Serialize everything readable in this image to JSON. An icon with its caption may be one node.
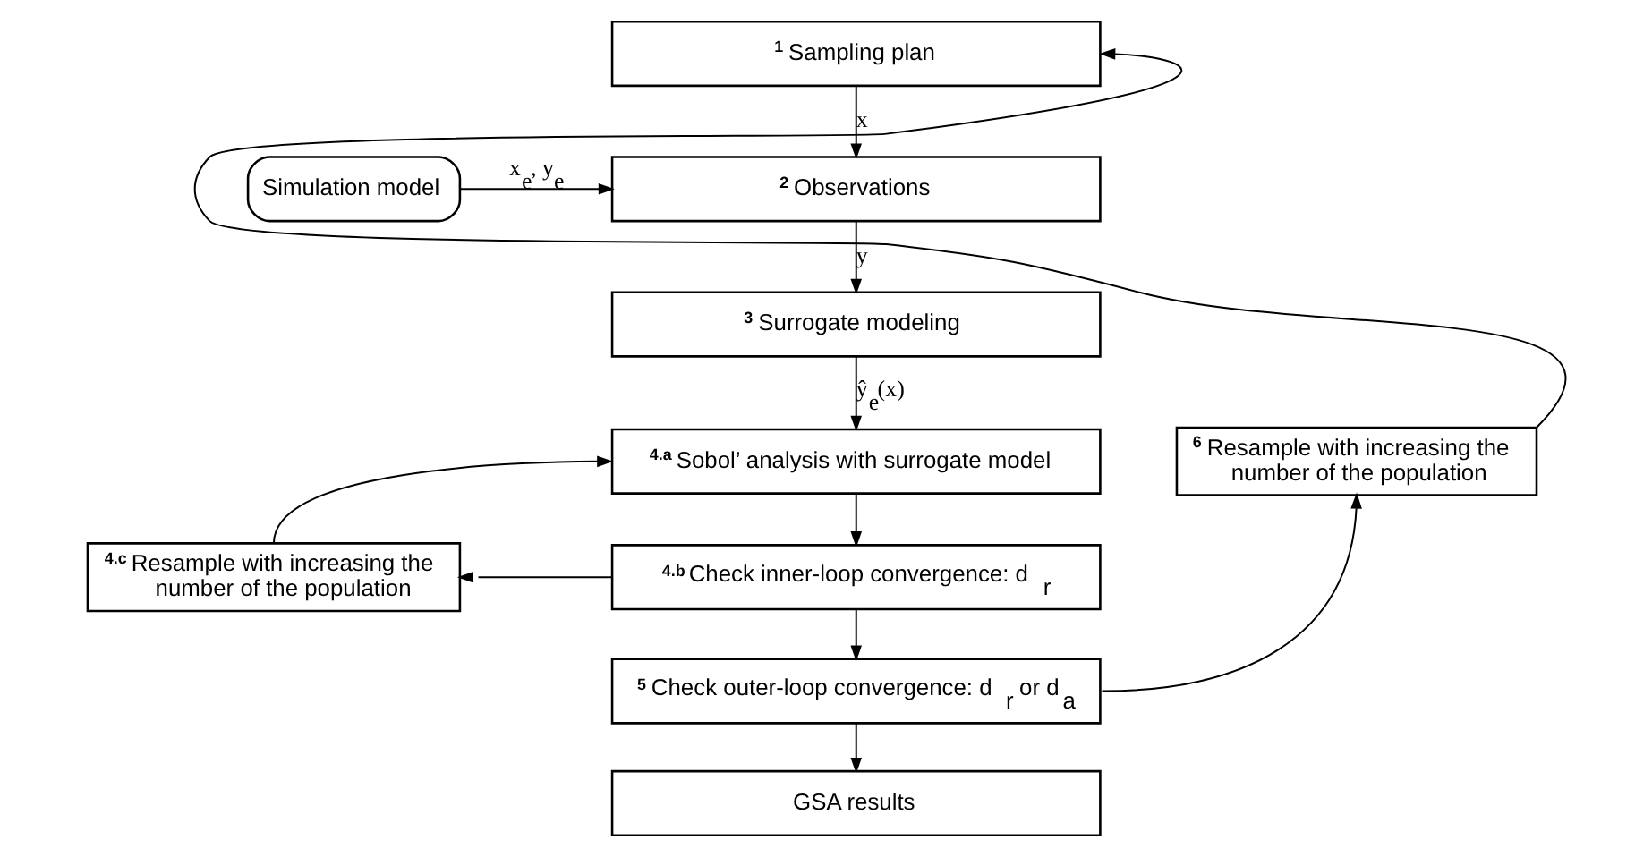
{
  "diagram": {
    "nodes": [
      {
        "text": [
          "1",
          "Sampling plan"
        ]
      },
      {
        "text": [
          "Simulation model"
        ]
      },
      {
        "text": [
          "2",
          "Observations"
        ]
      },
      {
        "text": [
          "3",
          "Surrogate modeling"
        ]
      },
      {
        "text": [
          "4.a",
          "Sobol’ analysis with surrogate model"
        ]
      },
      {
        "text": [
          "4.c",
          "Resample with increasing the number of the population"
        ]
      },
      {
        "text": [
          "4.b",
          "Check inner-loop convergence: d$_{r}$"
        ]
      },
      {
        "text": [
          "6",
          "Resample with increasing the number of the population"
        ]
      },
      {
        "text": [
          "5",
          "Check outer-loop convergence: d$_{r}$ or d$_{a}$"
        ]
      },
      {
        "text": [
          "GSA results"
        ]
      }
    ],
    "edges": [
      {
        "from": 0,
        "to": 2,
        "arrow": "to",
        "label": "x"
      },
      {
        "from": 1,
        "to": 2,
        "arrow": "to",
        "label": "x$_{e}$, y$_{e}$"
      },
      {
        "from": 2,
        "to": 3,
        "arrow": "to",
        "label": "y"
      },
      {
        "from": 3,
        "to": 4,
        "arrow": "to",
        "label": "ŷ$_{e}$(x)"
      },
      {
        "from": 4,
        "to": 6,
        "arrow": "to"
      },
      {
        "from": 6,
        "to": 5,
        "arrow": "to"
      },
      {
        "from": 5,
        "to": 4,
        "arrow": "to"
      },
      {
        "from": 6,
        "to": 8,
        "arrow": "to"
      },
      {
        "from": 8,
        "to": 7,
        "arrow": "to"
      },
      {
        "from": 7,
        "to": 0,
        "arrow": "to"
      },
      {
        "from": 8,
        "to": 9,
        "arrow": "to"
      }
    ]
  }
}
